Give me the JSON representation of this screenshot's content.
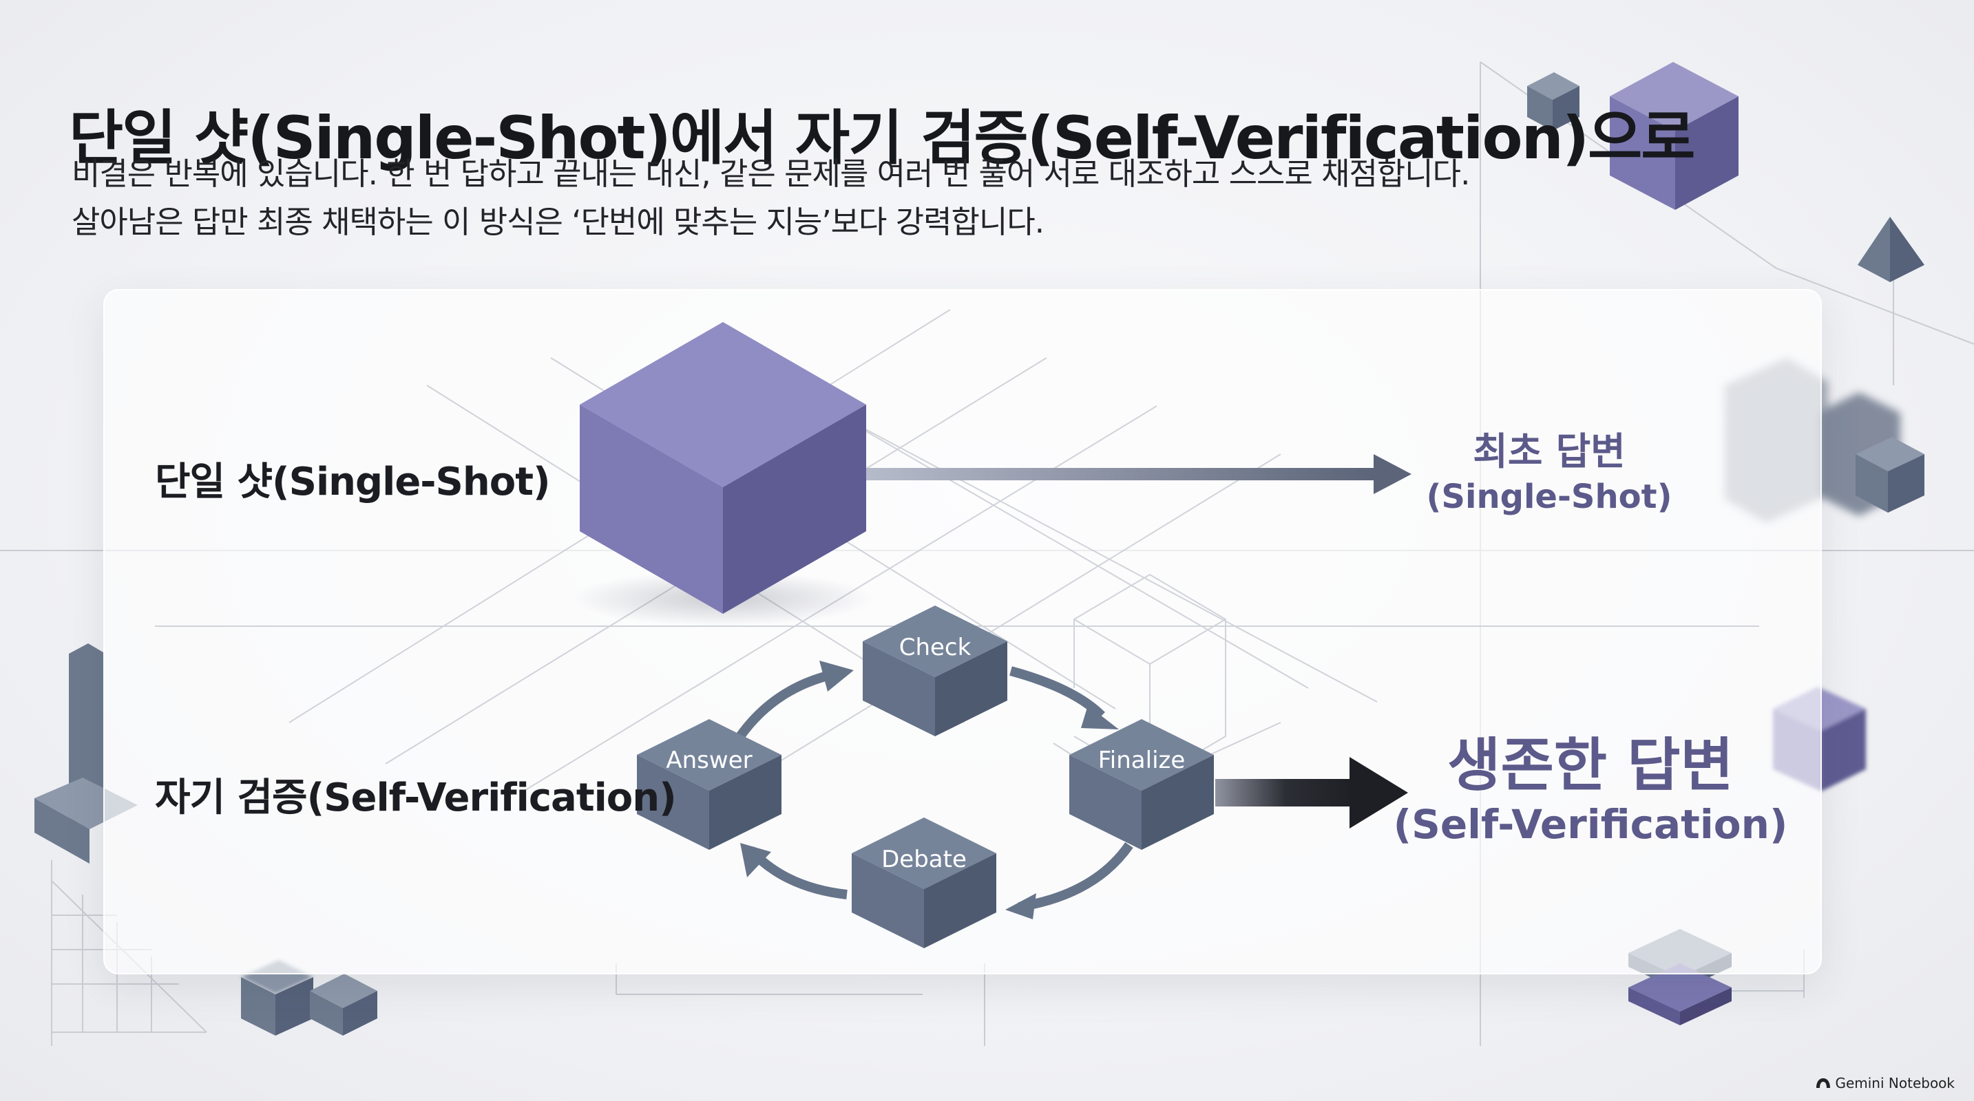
{
  "header": {
    "title": "단일 샷(Single-Shot)에서 자기 검증(Self-Verification)으로",
    "subtitle_line1": "비결은 반복에 있습니다. 한 번 답하고 끝내는 대신, 같은 문제를 여러 번 풀어 서로 대조하고 스스로 채점합니다.",
    "subtitle_line2": "살아남은 답만 최종 채택하는 이 방식은 ‘단번에 맞추는 지능’보다 강력합니다."
  },
  "single_shot": {
    "label": "단일 샷(Single-Shot)",
    "result_line1": "최초 답변",
    "result_line2": "(Single-Shot)"
  },
  "self_verification": {
    "label": "자기 검증(Self-Verification)",
    "cycle": [
      "Answer",
      "Check",
      "Finalize",
      "Debate"
    ],
    "result_line1": "생존한 답변",
    "result_line2": "(Self-Verification)"
  },
  "brand": "Gemini Notebook",
  "colors": {
    "purple_cube": "#7f7cb6",
    "slate_cube": "#66748a",
    "result_text": "#5c5a8a",
    "arrow_dark": "#1e1f24"
  }
}
